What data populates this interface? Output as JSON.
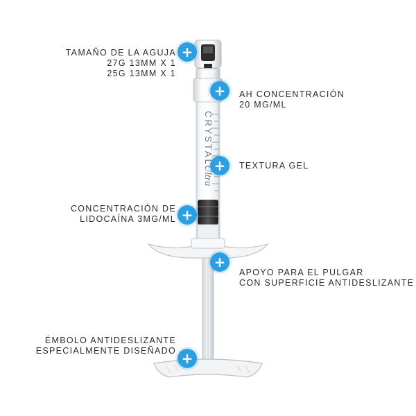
{
  "brand_mark": "CRYSTAL",
  "brand_script": "Ultra",
  "hotspot_icon": "plus-icon",
  "accent_color": "#2a9fe4",
  "annotations": {
    "needle": {
      "line1": "TAMAÑO DE LA AGUJA",
      "line2": "27G 13MM X 1",
      "line3": "25G 13MM X 1"
    },
    "ha": {
      "line1": "AH CONCENTRACIÓN",
      "line2": "20 MG/ML"
    },
    "texture": {
      "line1": "TEXTURA GEL"
    },
    "lidocaine": {
      "line1": "CONCENTRACIÓN DE",
      "line2": "LIDOCAÍNA 3MG/ML"
    },
    "thumb": {
      "line1": "APOYO PARA EL PULGAR",
      "line2": "CON SUPERFICIE ANTIDESLIZANTE"
    },
    "plunger": {
      "line1": "ÉMBOLO ANTIDESLIZANTE",
      "line2": "ESPECIALMENTE DISEÑADO"
    }
  },
  "hotspot_plus": "+"
}
